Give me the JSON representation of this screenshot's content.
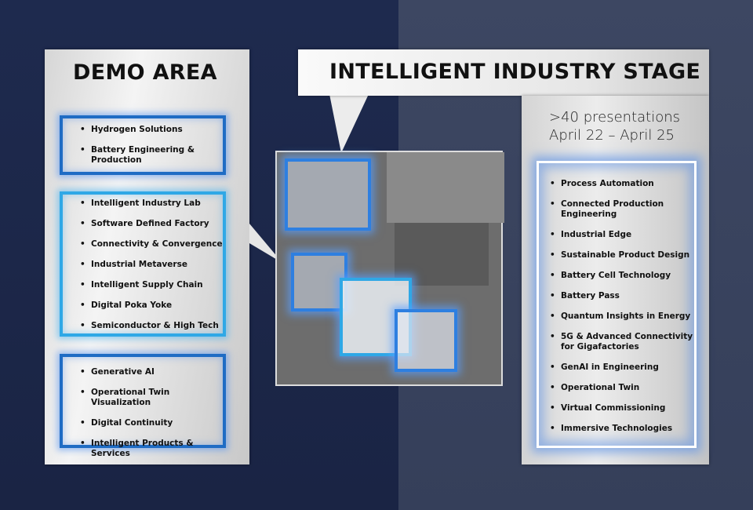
{
  "demo_area": {
    "title": "DEMO AREA",
    "group1": [
      "Hydrogen Solutions",
      "Battery Engineering & Production"
    ],
    "group2": [
      "Intelligent Industry Lab",
      "Software Defined Factory",
      "Connectivity & Convergence",
      "Industrial Metaverse",
      "Intelligent Supply Chain",
      "Digital Poka Yoke",
      "Semiconductor & High Tech"
    ],
    "group3": [
      "Generative AI",
      "Operational Twin Visualization",
      "Digital Continuity",
      "Intelligent Products & Services"
    ]
  },
  "stage": {
    "title": "INTELLIGENT INDUSTRY STAGE",
    "line1": ">40 presentations",
    "line2": "April 22 – April 25",
    "topics": [
      "Process Automation",
      "Connected Production Engineering",
      "Industrial Edge",
      "Sustainable Product Design",
      "Battery Cell Technology",
      "Battery Pass",
      "Quantum Insights in Energy",
      "5G & Advanced Connectivity for Gigafactories",
      "GenAI in Engineering",
      "Operational Twin",
      "Virtual Commissioning",
      "Immersive Technologies"
    ]
  },
  "bullet": "•"
}
